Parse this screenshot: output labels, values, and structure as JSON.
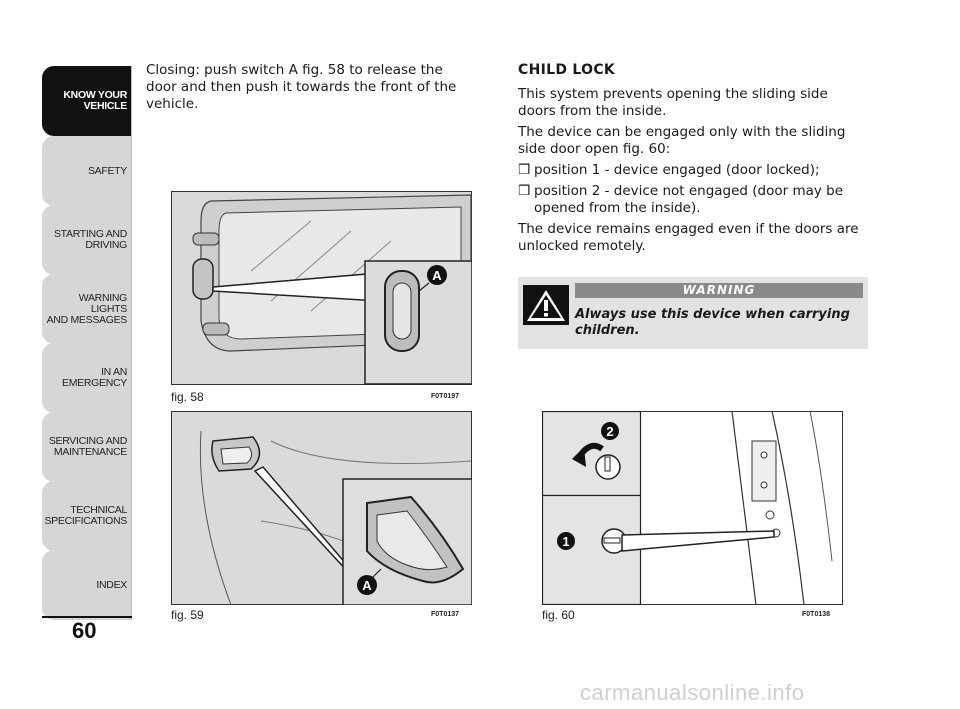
{
  "tabs": [
    {
      "label": "KNOW YOUR\nVEHICLE",
      "active": true
    },
    {
      "label": "SAFETY"
    },
    {
      "label": "STARTING AND\nDRIVING"
    },
    {
      "label": "WARNING LIGHTS\nAND MESSAGES"
    },
    {
      "label": "IN AN EMERGENCY"
    },
    {
      "label": "SERVICING AND\nMAINTENANCE"
    },
    {
      "label": "TECHNICAL\nSPECIFICATIONS"
    },
    {
      "label": "INDEX"
    }
  ],
  "page_number": "60",
  "left_text": "Closing: push switch A fig. 58 to release the door and then push it towards the front of the vehicle.",
  "child_lock": {
    "heading": "CHILD LOCK",
    "p1": "This system prevents opening the sliding side doors from the inside.",
    "p2": "The device can be engaged only with the sliding side door open fig. 60:",
    "bullet1": "position 1 - device engaged (door locked);",
    "bullet2": "position 2 - device not engaged (door may be opened from the inside).",
    "bullet_mark": "❒",
    "p3": "The device remains engaged even if the doors are unlocked remotely."
  },
  "warning": {
    "title": "WARNING",
    "text": "Always use this device when carrying children."
  },
  "figures": {
    "fig58": {
      "caption": "fig. 58",
      "code": "F0T0197",
      "callout": "A"
    },
    "fig59": {
      "caption": "fig. 59",
      "code": "F0T0137",
      "callout": "A"
    },
    "fig60": {
      "caption": "fig. 60",
      "code": "F0T0138",
      "callout1": "1",
      "callout2": "2"
    }
  },
  "watermark": "carmanualsonline.info"
}
